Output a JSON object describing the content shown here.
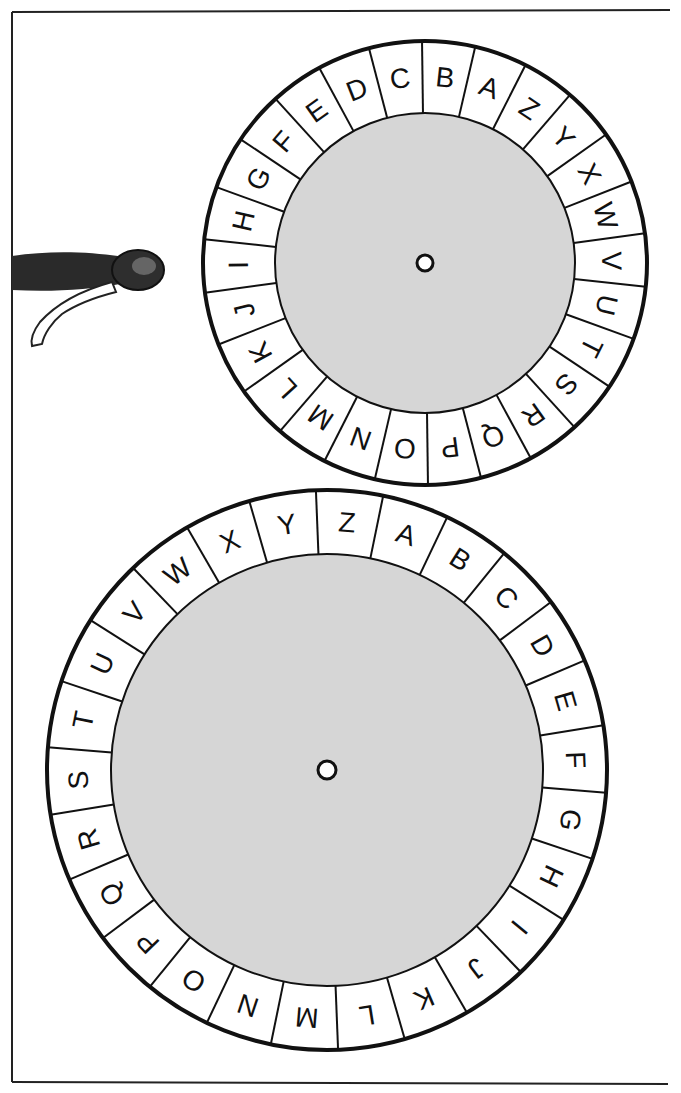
{
  "diagram": {
    "labels": [
      "A",
      "B",
      "C",
      "D",
      "E",
      "F",
      "G",
      "H",
      "I",
      "J",
      "K",
      "L",
      "M",
      "N",
      "O",
      "P",
      "Q",
      "R",
      "S",
      "T",
      "U",
      "V",
      "W",
      "X",
      "Y",
      "Z",
      "A",
      "B",
      "C",
      "D",
      "E",
      "F",
      "G",
      "H",
      "I",
      "J",
      "K",
      "L",
      "M",
      "N",
      "O",
      "P",
      "Q",
      "R",
      "S",
      "T",
      "U",
      "V",
      "W",
      "X",
      "Y",
      "Z"
    ]
  }
}
